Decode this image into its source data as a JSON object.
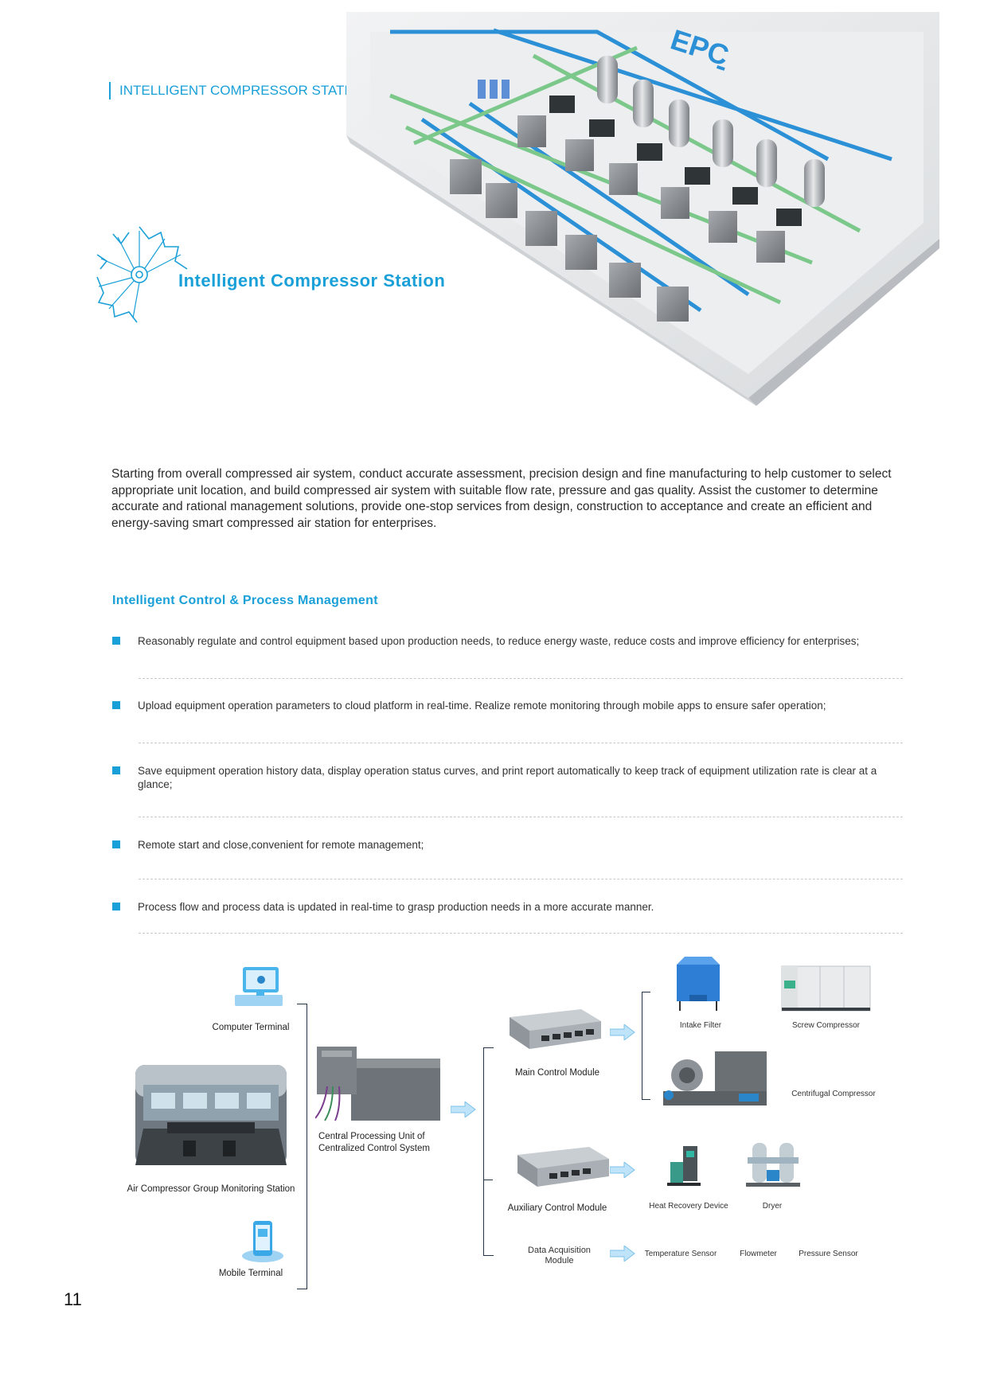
{
  "header": {
    "section_tag": "INTELLIGENT COMPRESSOR STATION",
    "hero_brand": "EPC"
  },
  "title_block": {
    "title": "Intelligent Compressor Station"
  },
  "intro": {
    "text": "Starting from overall compressed air system, conduct accurate assessment, precision design and fine manufacturing to help customer to select appropriate unit location, and build compressed air system with suitable flow rate, pressure and gas quality. Assist the customer to determine accurate and rational management solutions, provide one-stop services from design, construction to acceptance  and create an efficient and energy-saving smart compressed air station for enterprises."
  },
  "control": {
    "heading": "Intelligent Control & Process Management",
    "items": [
      "Reasonably regulate and control equipment based upon production needs, to reduce energy waste, reduce costs and improve efficiency for enterprises;",
      "Upload equipment operation parameters to cloud platform in real-time. Realize remote monitoring through mobile apps to ensure safer operation;",
      "Save equipment operation history data, display operation status curves, and print report automatically to keep track of equipment utilization rate is clear at a glance;",
      "Remote start and close,convenient for remote management;",
      "Process flow and process data is updated in real-time to grasp production needs in a more accurate manner."
    ]
  },
  "diagram": {
    "computer_terminal": "Computer Terminal",
    "monitoring_station": "Air Compressor Group Monitoring Station",
    "mobile_terminal": "Mobile Terminal",
    "cpu": "Central Processing Unit of Centralized Control System",
    "main_module": "Main Control Module",
    "aux_module": "Auxiliary Control Module",
    "data_module": "Data Acquisition Module",
    "intake_filter": "Intake Filter",
    "screw_compressor": "Screw Compressor",
    "centrifugal_compressor": "Centrifugal Compressor",
    "heat_recovery": "Heat Recovery Device",
    "dryer": "Dryer",
    "temperature_sensor": "Temperature Sensor",
    "flowmeter": "Flowmeter",
    "pressure_sensor": "Pressure Sensor"
  },
  "page_number": "11",
  "colors": {
    "accent": "#1aa0d8",
    "text": "#2b2b2b"
  }
}
